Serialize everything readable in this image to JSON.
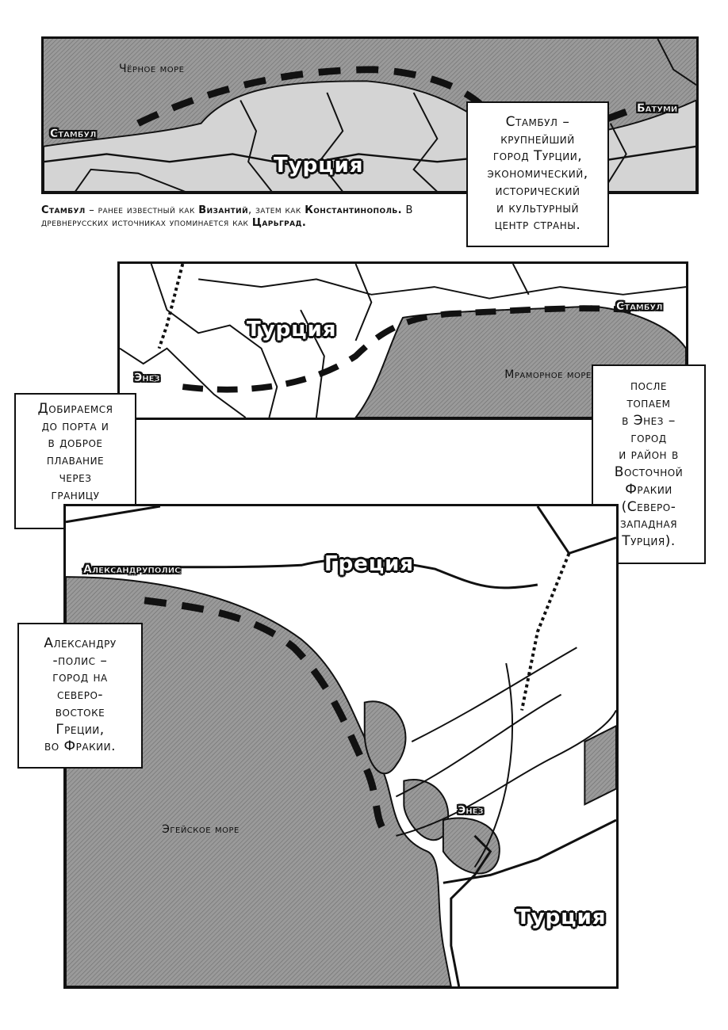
{
  "panel1": {
    "sea_label": "Чёрное море",
    "city_left": "Стамбул",
    "city_right": "Батуми",
    "country": "Турция",
    "box_text": "Стамбул –\nкрупнейший\nгород Турции,\nэкономический,\nисторический\nи культурный\nцентр страны."
  },
  "caption": {
    "part1": "Стамбул",
    "part2": " – ранее известный как ",
    "part3": "Византий",
    "part4": ", затем как ",
    "part5": "Константинополь.",
    "part6": " В древнерусских источниках упоминается как ",
    "part7": "Царьград."
  },
  "panel2": {
    "city_right": "Стамбул",
    "city_left": "Энез",
    "country": "Турция",
    "sea_label": "Мраморное море"
  },
  "box_left": "Добираемся\nдо порта и\nв доброе\nплавание\nчерез\nграницу\nв…",
  "box_right": "после\nтопаем\nв Энез –\nгород\nи район в\nВосточной\nФракии\n(Северо-\nзападная\nТурция).",
  "panel3": {
    "city_top": "Александруполис",
    "country_top": "Греция",
    "sea_label": "Эгейское море",
    "city_bottom": "Энез",
    "country_bottom": "Турция",
    "box_text": "Александру\n-полис –\nгород на\nсеверо-\nвостоке\nГреции,\nво Фракии."
  },
  "colors": {
    "sea": "#8f8f8f",
    "land_shade": "#c9c9c9",
    "ink": "#111111"
  }
}
